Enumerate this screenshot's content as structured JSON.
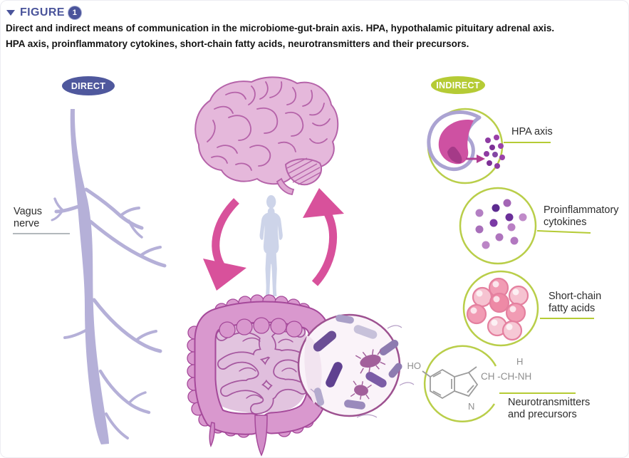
{
  "figure_header": {
    "label": "FIGURE",
    "number": "1"
  },
  "caption": {
    "line1": "Direct and indirect means of communication in the microbiome-gut-brain axis. HPA, hypothalamic pituitary adrenal axis.",
    "line2": "HPA axis, proinflammatory cytokines, short-chain fatty acids, neurotransmitters and their precursors."
  },
  "direct_pathway": {
    "badge": "DIRECT",
    "item": {
      "label": "Vagus\nnerve",
      "icon": "vagus-nerve-illustration"
    }
  },
  "center": {
    "icons": [
      "brain-illustration",
      "human-silhouette",
      "brain-to-gut-arrow",
      "gut-to-brain-arrow",
      "intestines-illustration",
      "gut-microbiome-magnified"
    ]
  },
  "indirect_pathway": {
    "badge": "INDIRECT",
    "items": [
      {
        "label": "HPA axis",
        "icon": "pituitary-gland-icon"
      },
      {
        "label": "Proinflammatory\ncytokines",
        "icon": "cytokine-dots-icon"
      },
      {
        "label": "Short-chain\nfatty acids",
        "icon": "fatty-acid-spheres-icon"
      },
      {
        "label": "Neurotransmitters\nand precursors",
        "icon": "serotonin-structure-icon"
      }
    ]
  },
  "chemical_structure": {
    "hydroxyl_label": "HO",
    "hydrogen_label": "H",
    "side_chain_label": "CH -CH-NH",
    "nitrogen_label": "N"
  },
  "colors": {
    "figure_accent": "#4a549b",
    "direct_badge": "#4f589d",
    "indirect_badge": "#b5cb35",
    "circle_outline": "#b9ce49",
    "arrow_pink": "#d8519b",
    "brain_pink": "#e5b8db",
    "nerve_purple": "#b5b0d8",
    "silhouette_blue": "#cdd4e9",
    "intestine_pink": "#d998ce"
  }
}
